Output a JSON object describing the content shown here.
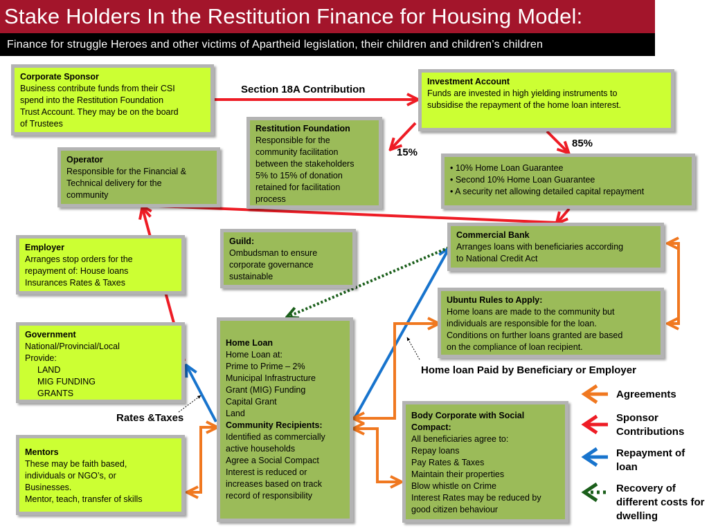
{
  "header": {
    "title": "Stake Holders In the Restitution Finance for Housing Model:",
    "subtitle": "Finance for struggle Heroes and other victims of Apartheid legislation, their children and children’s children"
  },
  "boxes": {
    "corporate_sponsor": {
      "title": "Corporate Sponsor",
      "lines": [
        "Business contribute funds from their CSI",
        "spend into the Restitution Foundation",
        "Trust Account.  They may be on the board",
        "of Trustees"
      ]
    },
    "investment_account": {
      "title": "Investment Account",
      "lines": [
        "Funds are invested in high yielding instruments to",
        "subsidise the repayment of the home loan interest."
      ]
    },
    "restitution_foundation": {
      "title": "Restitution Foundation",
      "lines": [
        "Responsible for the",
        "community facilitation",
        "between the stakeholders",
        "5% to 15% of donation",
        "retained for facilitation",
        "process"
      ]
    },
    "operator": {
      "title": "Operator",
      "lines": [
        "Responsible for the Financial &",
        "Technical delivery for the",
        "community"
      ]
    },
    "guarantee": {
      "lines": [
        "• 10% Home Loan Guarantee",
        "• Second 10% Home Loan Guarantee",
        "• A security net allowing detailed capital repayment"
      ]
    },
    "commercial_bank": {
      "title": "Commercial Bank",
      "lines": [
        "Arranges loans with beneficiaries according",
        "to National Credit Act"
      ]
    },
    "employer": {
      "title": "Employer",
      "lines": [
        "Arranges stop orders for the",
        "repayment of:  House loans",
        "Insurances Rates & Taxes"
      ]
    },
    "guild": {
      "title": "Guild:",
      "lines": [
        "Ombudsman to ensure",
        "corporate governance",
        "sustainable"
      ]
    },
    "ubuntu_rules": {
      "title": "Ubuntu Rules to Apply:",
      "lines": [
        "Home loans are made to the community but",
        "individuals are responsible for the loan.",
        "Conditions on further loans granted are based",
        "on the compliance of loan recipient."
      ]
    },
    "government": {
      "title": "Government",
      "lines": [
        "National/Provincial/Local",
        "Provide:"
      ],
      "items": [
        "LAND",
        "MIG FUNDING",
        "GRANTS"
      ]
    },
    "home_loan": {
      "title": "Home Loan",
      "lines": [
        "Home Loan at:",
        "Prime to Prime – 2%",
        "Municipal Infrastructure",
        "Grant (MIG) Funding",
        "Capital Grant",
        "Land"
      ],
      "title2": "Community Recipients:",
      "lines2": [
        "Identified as commercially",
        "active households",
        "Agree a Social Compact",
        "Interest is reduced or",
        "increases based on track",
        "record of responsibility"
      ]
    },
    "body_corporate": {
      "title": "Body Corporate with Social",
      "title_line2": "Compact:",
      "lines": [
        "All beneficiaries agree to:",
        "Repay loans",
        "Pay Rates & Taxes",
        "Maintain their properties",
        "Blow whistle on Crime",
        "Interest Rates may be reduced by",
        "good citizen behaviour"
      ]
    },
    "mentors": {
      "title": "Mentors",
      "lines": [
        "These may be faith based,",
        "individuals or NGO’s, or",
        "Businesses.",
        "Mentor, teach, transfer of skills"
      ]
    }
  },
  "labels": {
    "section18a": "Section 18A Contribution",
    "pct15": "15%",
    "pct85": "85%",
    "home_loan_paid": "Home loan Paid by Beneficiary or Employer",
    "rates_taxes": "Rates &Taxes"
  },
  "legend": [
    {
      "label": "Agreements",
      "color": "#f07820",
      "style": "solid"
    },
    {
      "label": "Sponsor Contributions",
      "color": "#ee1c25",
      "style": "solid"
    },
    {
      "label": "Repayment of loan",
      "color": "#1874cd",
      "style": "solid"
    },
    {
      "label": "Recovery of different costs for dwelling",
      "color": "#1a5e1a",
      "style": "dotted"
    }
  ],
  "colors": {
    "title_bar": "#a3152b",
    "lime_box": "#ccff33",
    "olive_box": "#9bbb59",
    "agreements": "#f07820",
    "sponsor": "#ee1c25",
    "repayment": "#1874cd",
    "recovery": "#1a5e1a"
  }
}
